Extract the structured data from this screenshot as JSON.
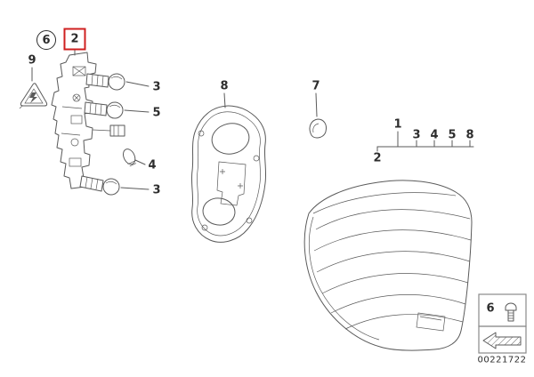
{
  "theme": {
    "bg": "#ffffff",
    "line": "#5a5a5a",
    "label": "#2d2d2d",
    "red": "#cf2020",
    "box": "#8a8a8a"
  },
  "callouts": {
    "fastener_circle": "6",
    "selected_part": "2",
    "warning_label": "9",
    "bulb_top": "3",
    "bulb_mid": "5",
    "bulb_wedge": "4",
    "bulb_bottom": "3",
    "gasket": "8",
    "grommet": "7",
    "lamp_assembly": "1",
    "tree": {
      "p2": "2",
      "p3": "3",
      "p4": "4",
      "p5": "5",
      "p8": "8"
    },
    "fastener_box": "6"
  },
  "footer": {
    "diagram_number": "00221722"
  }
}
